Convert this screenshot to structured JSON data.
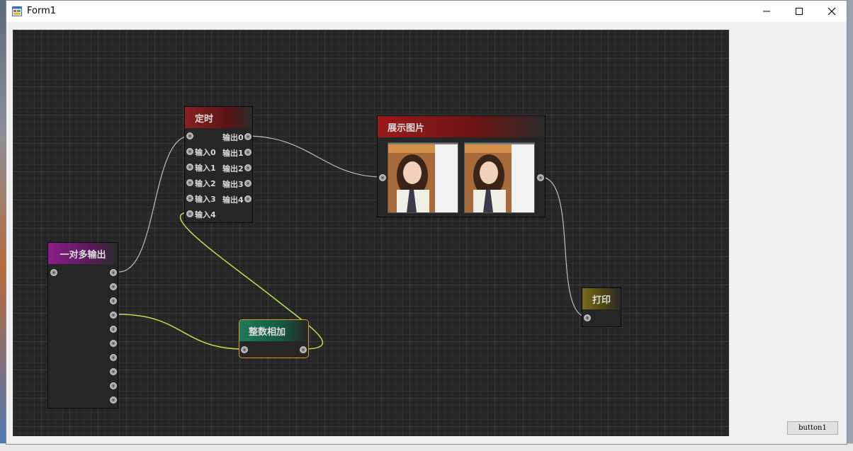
{
  "window": {
    "title": "Form1"
  },
  "nodes": {
    "one_to_many": {
      "title": "一对多输出"
    },
    "timer": {
      "title": "定时",
      "inputs": [
        "输入0",
        "输入1",
        "输入2",
        "输入3",
        "输入4"
      ],
      "outputs": [
        "输出0",
        "输出1",
        "输出2",
        "输出3",
        "输出4"
      ]
    },
    "image": {
      "title": "展示图片"
    },
    "add": {
      "title": "整数相加"
    },
    "print": {
      "title": "打印"
    }
  },
  "buttons": {
    "button1": "button1"
  },
  "colors": {
    "canvas": "#262626",
    "timer_header": "#7a1a1a",
    "image_header": "#8b1a1a",
    "one_to_many_header": "#8a1e8a",
    "add_header": "#1e6e4e",
    "add_border": "#d89a2a",
    "print_header": "#6b5e1a",
    "wire_white": "#bdbdbd",
    "wire_green": "#b6e24a"
  }
}
